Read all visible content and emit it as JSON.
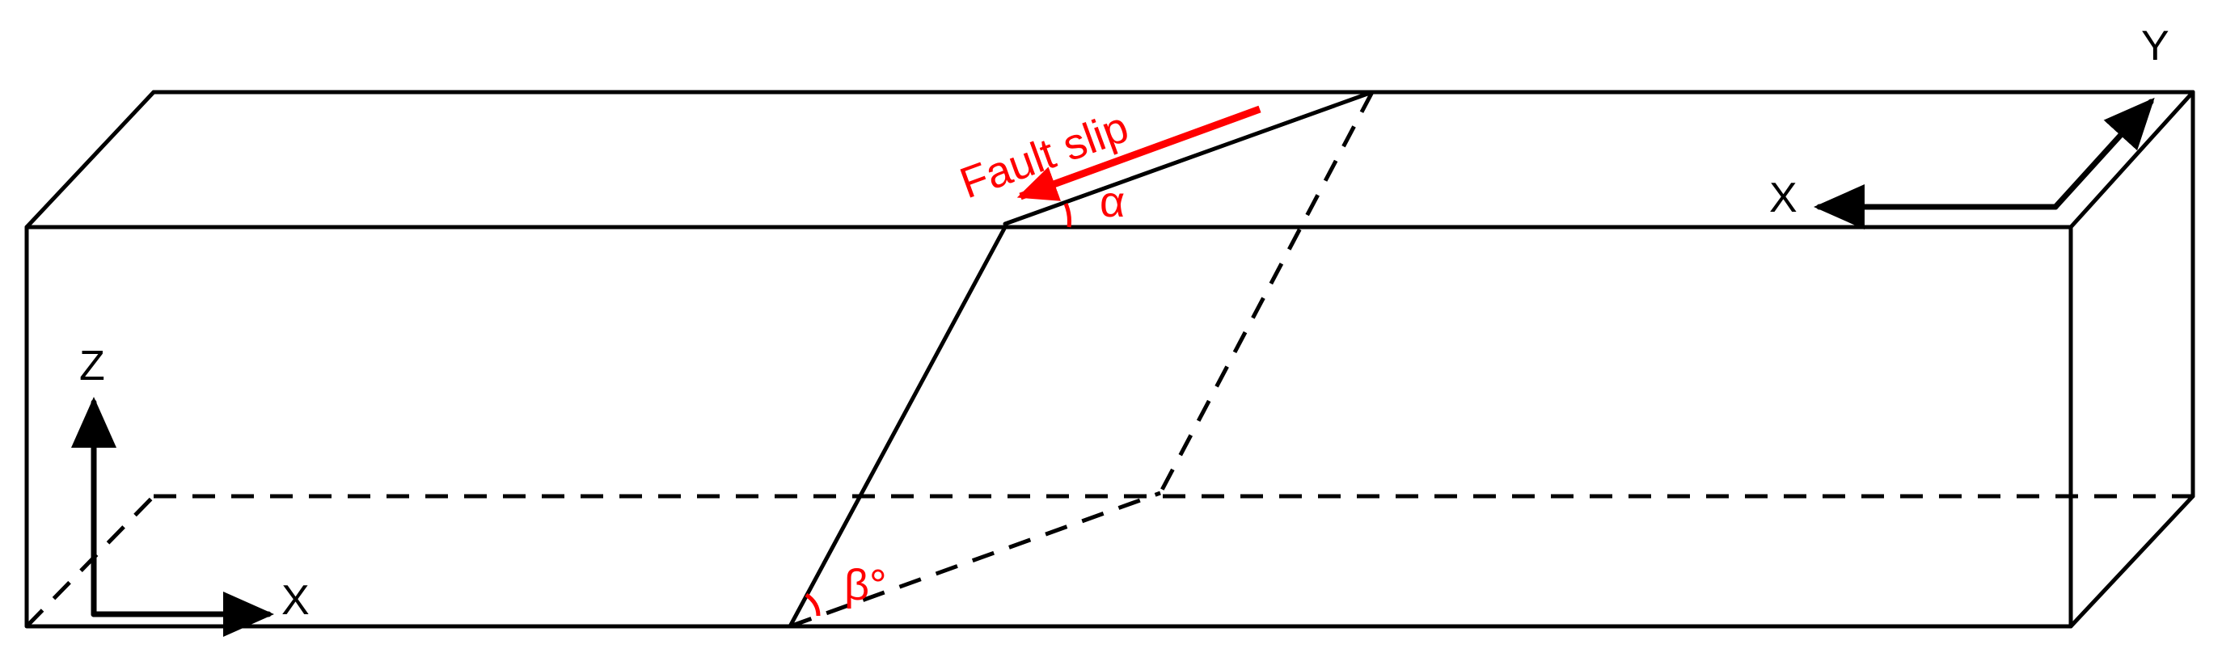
{
  "labels": {
    "fault_slip": "Fault slip",
    "alpha": "α",
    "beta": "β°",
    "axis_x_front": "X",
    "axis_z_front": "Z",
    "axis_x_top": "X",
    "axis_y_top": "Y"
  },
  "colors": {
    "outline": "#000000",
    "annotation": "#ff0000"
  },
  "icons": {
    "slip_arrow": "red-arrow-left",
    "axes": "black-arrow"
  }
}
